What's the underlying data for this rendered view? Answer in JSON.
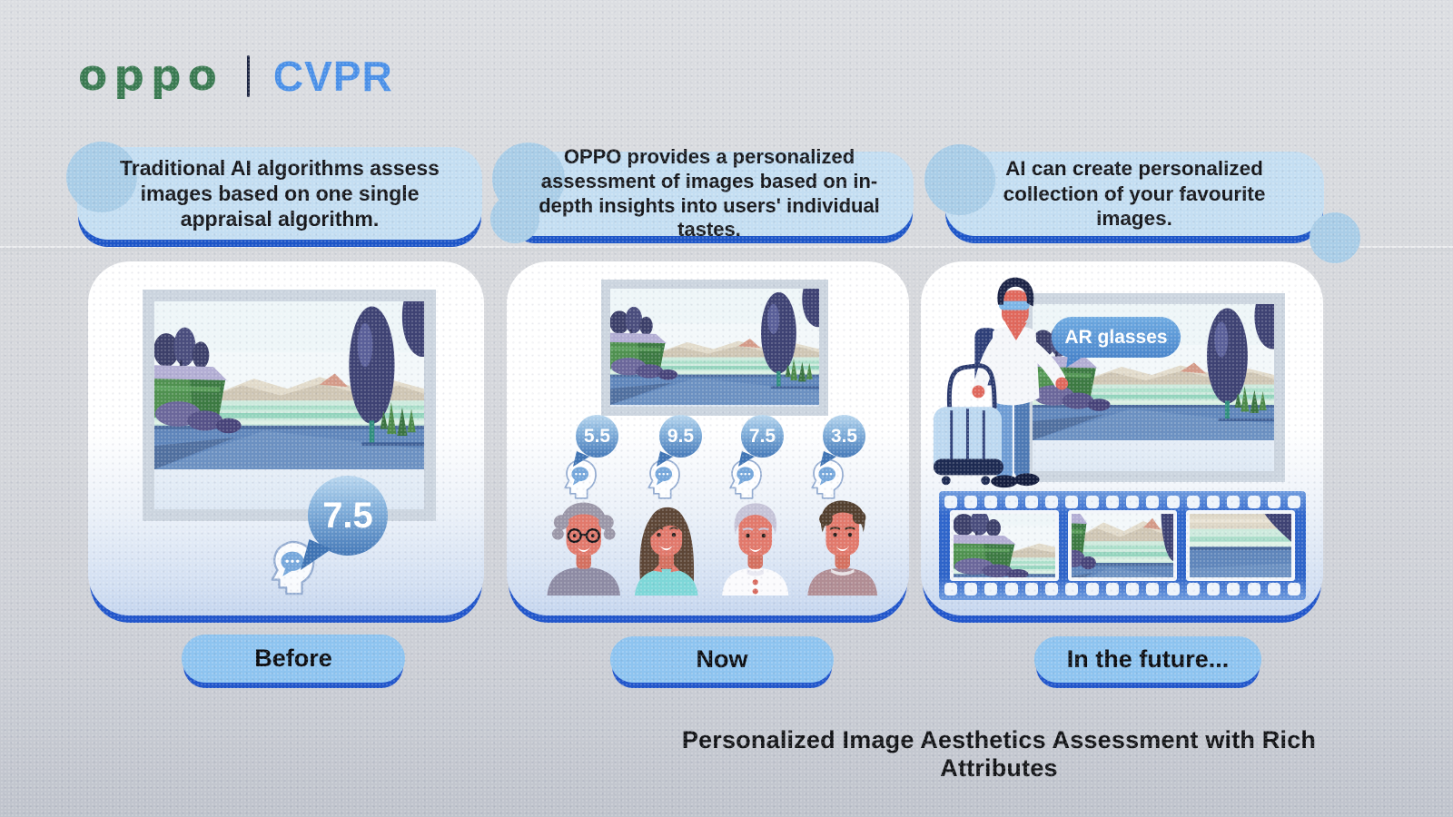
{
  "header": {
    "brand": "oppo",
    "conference": "CVPR"
  },
  "top_bubbles": [
    {
      "text": "Traditional AI algorithms assess images based on one single appraisal algorithm."
    },
    {
      "text": "OPPO provides a personalized assessment of images based on in-depth insights into users' individual tastes."
    },
    {
      "text": "AI can create personalized collection of your favourite images."
    }
  ],
  "cards": {
    "before": {
      "label": "Before",
      "ai_score": "7.5"
    },
    "now": {
      "label": "Now",
      "scores": [
        "5.5",
        "9.5",
        "7.5",
        "3.5"
      ]
    },
    "future": {
      "label": "In the future...",
      "ar_tag": "AR glasses"
    }
  },
  "footer_title": "Personalized Image Aesthetics Assessment with Rich Attributes",
  "icons": {
    "head_chat": "profile-head-with-chat-bubble",
    "film_strip": "film-strip-with-frames"
  },
  "colors": {
    "brand_green": "#3a7a51",
    "cvpr_blue": "#4a90e8",
    "bubble_fill": "#c4def2",
    "deep_blue_shadow": "#1d55c8",
    "pill_fill": "#8ec4f0",
    "score_bubble_top": "#b9d7ef",
    "score_bubble_bottom": "#4579b8"
  }
}
